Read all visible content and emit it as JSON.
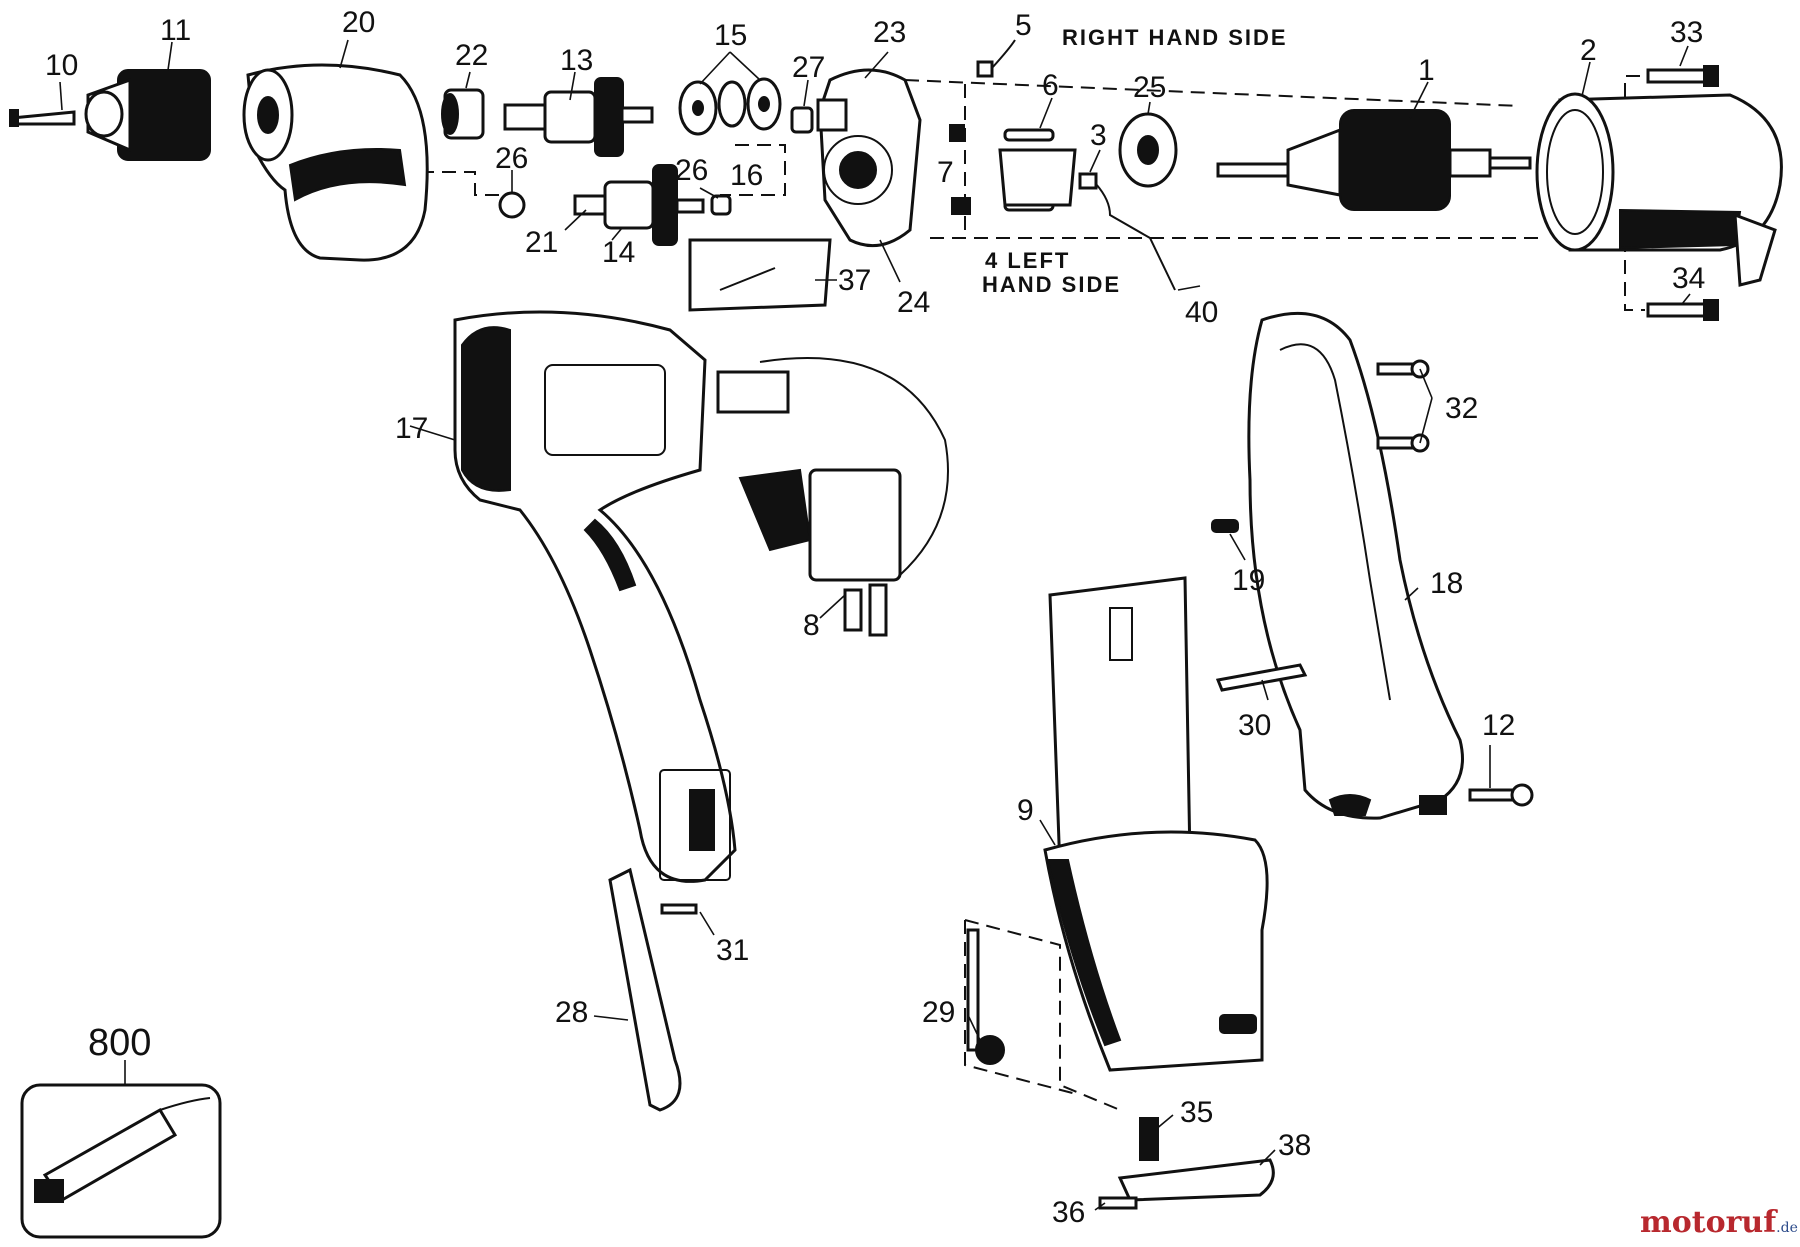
{
  "diagram": {
    "captions": {
      "right_hand_side": "RIGHT HAND SIDE",
      "left_line1": "4 LEFT",
      "left_line2": "HAND SIDE"
    },
    "part_numbers": {
      "p10": "10",
      "p11": "11",
      "p20": "20",
      "p22": "22",
      "p13": "13",
      "p15": "15",
      "p16": "16",
      "p27": "27",
      "p23": "23",
      "p5": "5",
      "p6": "6",
      "p7": "7",
      "p3": "3",
      "p25": "25",
      "p1": "1",
      "p2": "2",
      "p33": "33",
      "p34": "34",
      "p26a": "26",
      "p26b": "26",
      "p21": "21",
      "p14": "14",
      "p37": "37",
      "p24": "24",
      "p40": "40",
      "p17": "17",
      "p8": "8",
      "p32": "32",
      "p19": "19",
      "p18": "18",
      "p30": "30",
      "p12": "12",
      "p9": "9",
      "p31": "31",
      "p28": "28",
      "p29": "29",
      "p35": "35",
      "p38": "38",
      "p36": "36",
      "p800": "800"
    },
    "watermark": {
      "main": "motoruf",
      "suffix": ".de"
    },
    "colors": {
      "ink": "#111111",
      "background": "#ffffff",
      "brand_red": "#b8282e",
      "brand_blue": "#2b4a8a"
    }
  }
}
